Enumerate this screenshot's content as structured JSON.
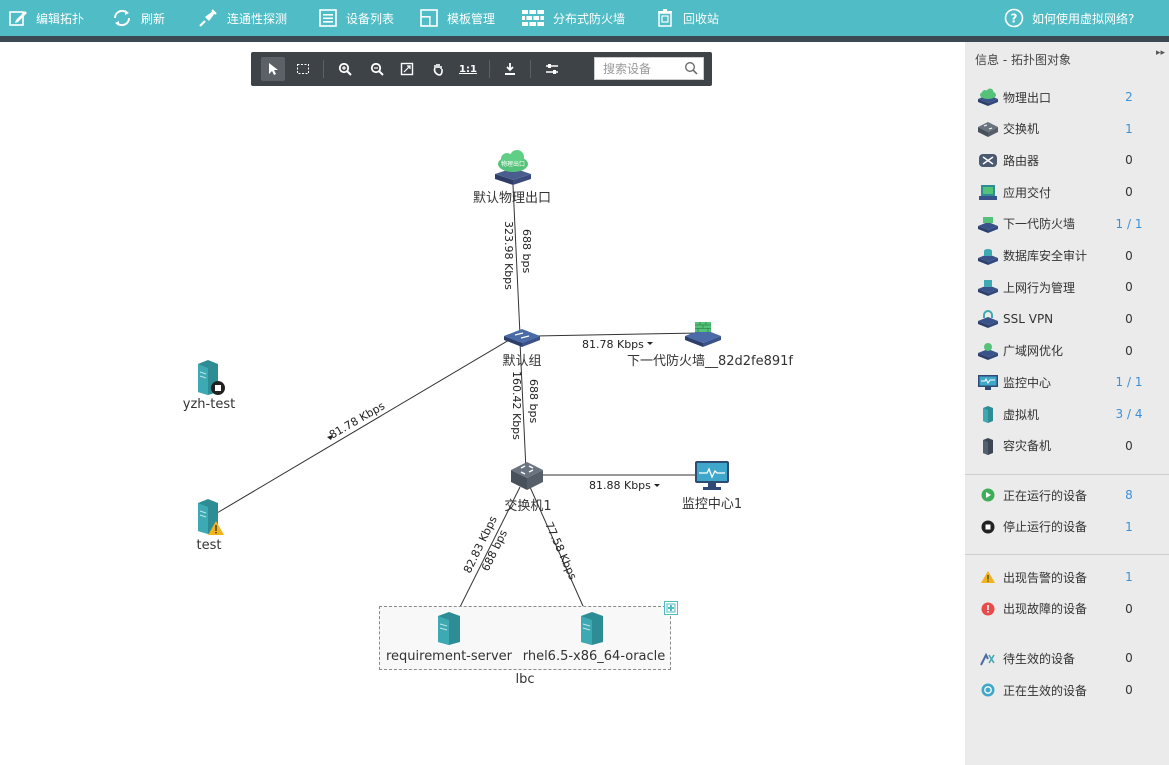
{
  "topbar": {
    "items": [
      {
        "label": "编辑拓扑",
        "icon": "edit-icon"
      },
      {
        "label": "刷新",
        "icon": "refresh-icon"
      },
      {
        "label": "连通性探测",
        "icon": "probe-icon"
      },
      {
        "label": "设备列表",
        "icon": "list-icon"
      },
      {
        "label": "模板管理",
        "icon": "template-icon"
      },
      {
        "label": "分布式防火墙",
        "icon": "firewall-icon"
      },
      {
        "label": "回收站",
        "icon": "recycle-bin-icon"
      }
    ],
    "help": {
      "label": "如何使用虚拟网络?",
      "icon": "help-icon"
    }
  },
  "toolbar": {
    "search_placeholder": "搜索设备",
    "zoom_actual_label": "1:1"
  },
  "topology": {
    "nodes": {
      "egress": "默认物理出口",
      "egress_badge": "物理出口",
      "group": "默认组",
      "firewall": "下一代防火墙__82d2fe891f",
      "switch": "交换机1",
      "monitor": "监控中心1",
      "vm_yzh": "yzh-test",
      "vm_test": "test",
      "vm_req": "requirement-server",
      "vm_rhel": "rhel6.5-x86_64-oracle",
      "vm_group": "lbc"
    },
    "links": {
      "egress_up": "688 bps",
      "egress_down": "323.98 Kbps",
      "fw": "81.78 Kbps",
      "sw_up": "688 bps",
      "sw_down": "160.42 Kbps",
      "test": "81.78 Kbps",
      "monitor": "81.88 Kbps",
      "req_a": "82.83 Kbps",
      "req_b": "688 bps",
      "rhel": "77.58 Kbps"
    }
  },
  "side": {
    "title": "信息 - 拓扑图对象",
    "devices": [
      {
        "label": "物理出口",
        "count": "2",
        "blue": true,
        "icon": "physical-egress-icon"
      },
      {
        "label": "交换机",
        "count": "1",
        "blue": true,
        "icon": "switch-icon"
      },
      {
        "label": "路由器",
        "count": "0",
        "blue": false,
        "icon": "router-icon"
      },
      {
        "label": "应用交付",
        "count": "0",
        "blue": false,
        "icon": "app-delivery-icon"
      },
      {
        "label": "下一代防火墙",
        "count": "1 / 1",
        "blue": true,
        "icon": "ngfw-icon"
      },
      {
        "label": "数据库安全审计",
        "count": "0",
        "blue": false,
        "icon": "db-audit-icon"
      },
      {
        "label": "上网行为管理",
        "count": "0",
        "blue": false,
        "icon": "behavior-mgmt-icon"
      },
      {
        "label": "SSL VPN",
        "count": "0",
        "blue": false,
        "icon": "ssl-vpn-icon"
      },
      {
        "label": "广域网优化",
        "count": "0",
        "blue": false,
        "icon": "wan-opt-icon"
      },
      {
        "label": "监控中心",
        "count": "1 / 1",
        "blue": true,
        "icon": "monitor-center-icon"
      },
      {
        "label": "虚拟机",
        "count": "3 / 4",
        "blue": true,
        "icon": "vm-icon"
      },
      {
        "label": "容灾备机",
        "count": "0",
        "blue": false,
        "icon": "dr-backup-icon"
      }
    ],
    "status": [
      {
        "label": "正在运行的设备",
        "count": "8",
        "blue": true,
        "icon": "running-icon"
      },
      {
        "label": "停止运行的设备",
        "count": "1",
        "blue": true,
        "icon": "stopped-icon"
      }
    ],
    "alerts": [
      {
        "label": "出现告警的设备",
        "count": "1",
        "blue": true,
        "icon": "warning-icon"
      },
      {
        "label": "出现故障的设备",
        "count": "0",
        "blue": false,
        "icon": "fault-icon"
      }
    ],
    "pending": [
      {
        "label": "待生效的设备",
        "count": "0",
        "blue": false,
        "icon": "pending-icon"
      },
      {
        "label": "正在生效的设备",
        "count": "0",
        "blue": false,
        "icon": "applying-icon"
      }
    ]
  }
}
